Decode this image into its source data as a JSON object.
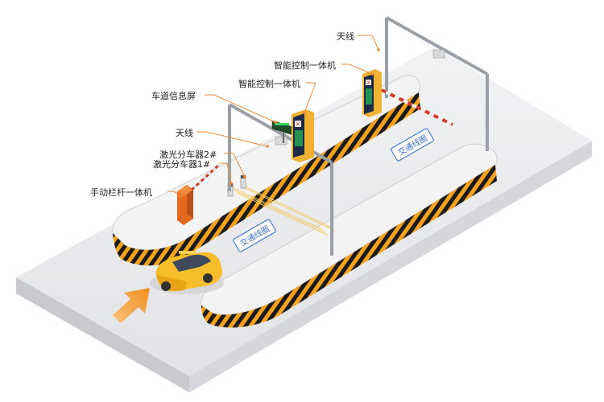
{
  "labels": {
    "antenna_top": "天线",
    "controller_top": "智能控制一体机",
    "controller_mid": "智能控制一体机",
    "lane_screen": "车道信息屏",
    "antenna_left": "天线",
    "laser_2": "激光分车器2#",
    "laser_1": "激光分车器1#",
    "manual_barrier": "手动栏杆一体机"
  },
  "lane_markings": {
    "coil_front": "交通线圈",
    "coil_back": "交通线圈"
  },
  "colors": {
    "platform": "#e9eaec",
    "island_top": "#f3f3f3",
    "hazard_orange": "#f5a21c",
    "hazard_black": "#1a1a1a",
    "car": "#f7bd2a",
    "arrow": "#f7a23b",
    "leader": "#f08a3c"
  }
}
